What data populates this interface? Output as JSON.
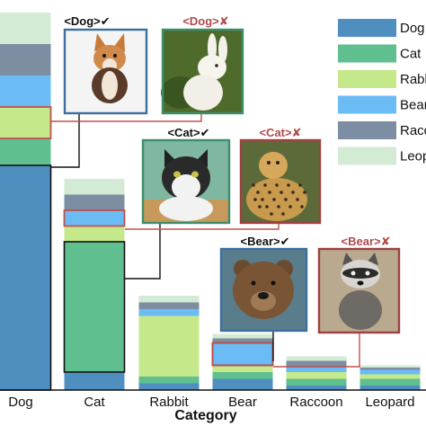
{
  "chart_data": {
    "type": "bar",
    "stacked": true,
    "xlabel": "Category",
    "ylabel": "",
    "categories": [
      "Dog",
      "Cat",
      "Rabbit",
      "Bear",
      "Raccoon",
      "Leopard"
    ],
    "series": [
      {
        "name": "Dog",
        "color": "#4f8fc0",
        "values": [
          1.0,
          0.08,
          0.03,
          0.05,
          0.02,
          0.02
        ]
      },
      {
        "name": "Cat",
        "color": "#5fbf8f",
        "values": [
          0.12,
          0.58,
          0.03,
          0.03,
          0.03,
          0.03
        ]
      },
      {
        "name": "Rabbit",
        "color": "#c5e88b",
        "values": [
          0.14,
          0.07,
          0.27,
          0.03,
          0.03,
          0.02
        ]
      },
      {
        "name": "Bear",
        "color": "#6bbbf4",
        "values": [
          0.14,
          0.07,
          0.03,
          0.1,
          0.02,
          0.02
        ]
      },
      {
        "name": "Raccoon",
        "color": "#7d8ea2",
        "values": [
          0.14,
          0.07,
          0.03,
          0.02,
          0.03,
          0.01
        ]
      },
      {
        "name": "Leopard",
        "color": "#d3ead4",
        "values": [
          0.14,
          0.07,
          0.03,
          0.02,
          0.02,
          0.01
        ]
      }
    ],
    "legend": {
      "entries": [
        "Dog",
        "Cat",
        "Rabbit",
        "Bear",
        "Raccoon",
        "Leopard"
      ],
      "placement": "top-right"
    },
    "legend_visible_text": [
      "Dog",
      "Cat",
      "Rabb",
      "Bear",
      "Racc",
      "Leop"
    ],
    "highlighted_segments": [
      {
        "category": "Dog",
        "series": "Rabbit"
      },
      {
        "category": "Cat",
        "series": "Bear"
      },
      {
        "category": "Bear",
        "series": "Bear"
      }
    ],
    "grid": false,
    "annotations": [
      {
        "true_label": "<Dog>",
        "true_mark": "✔",
        "false_label": "<Dog>",
        "false_mark": "✘"
      },
      {
        "true_label": "<Cat>",
        "true_mark": "✔",
        "false_label": "<Cat>",
        "false_mark": "✘"
      },
      {
        "true_label": "<Bear>",
        "true_mark": "✔",
        "false_label": "<Bear>",
        "false_mark": "✘"
      }
    ]
  },
  "colors": {
    "correct_border": "#3d6e9e",
    "correct_border_cat": "#3d8f6a",
    "wrong_border": "#a04040",
    "wrong_text": "#b04a4a",
    "link": "#111111",
    "highlight": "#c0504d"
  },
  "images": [
    {
      "name": "corgi-photo",
      "icon": "dog-photo"
    },
    {
      "name": "rabbit-photo",
      "icon": "rabbit-photo"
    },
    {
      "name": "cat-photo",
      "icon": "cat-photo"
    },
    {
      "name": "cheetah-photo",
      "icon": "cheetah-photo"
    },
    {
      "name": "bear-photo",
      "icon": "bear-photo"
    },
    {
      "name": "raccoon-photo",
      "icon": "raccoon-photo"
    }
  ]
}
